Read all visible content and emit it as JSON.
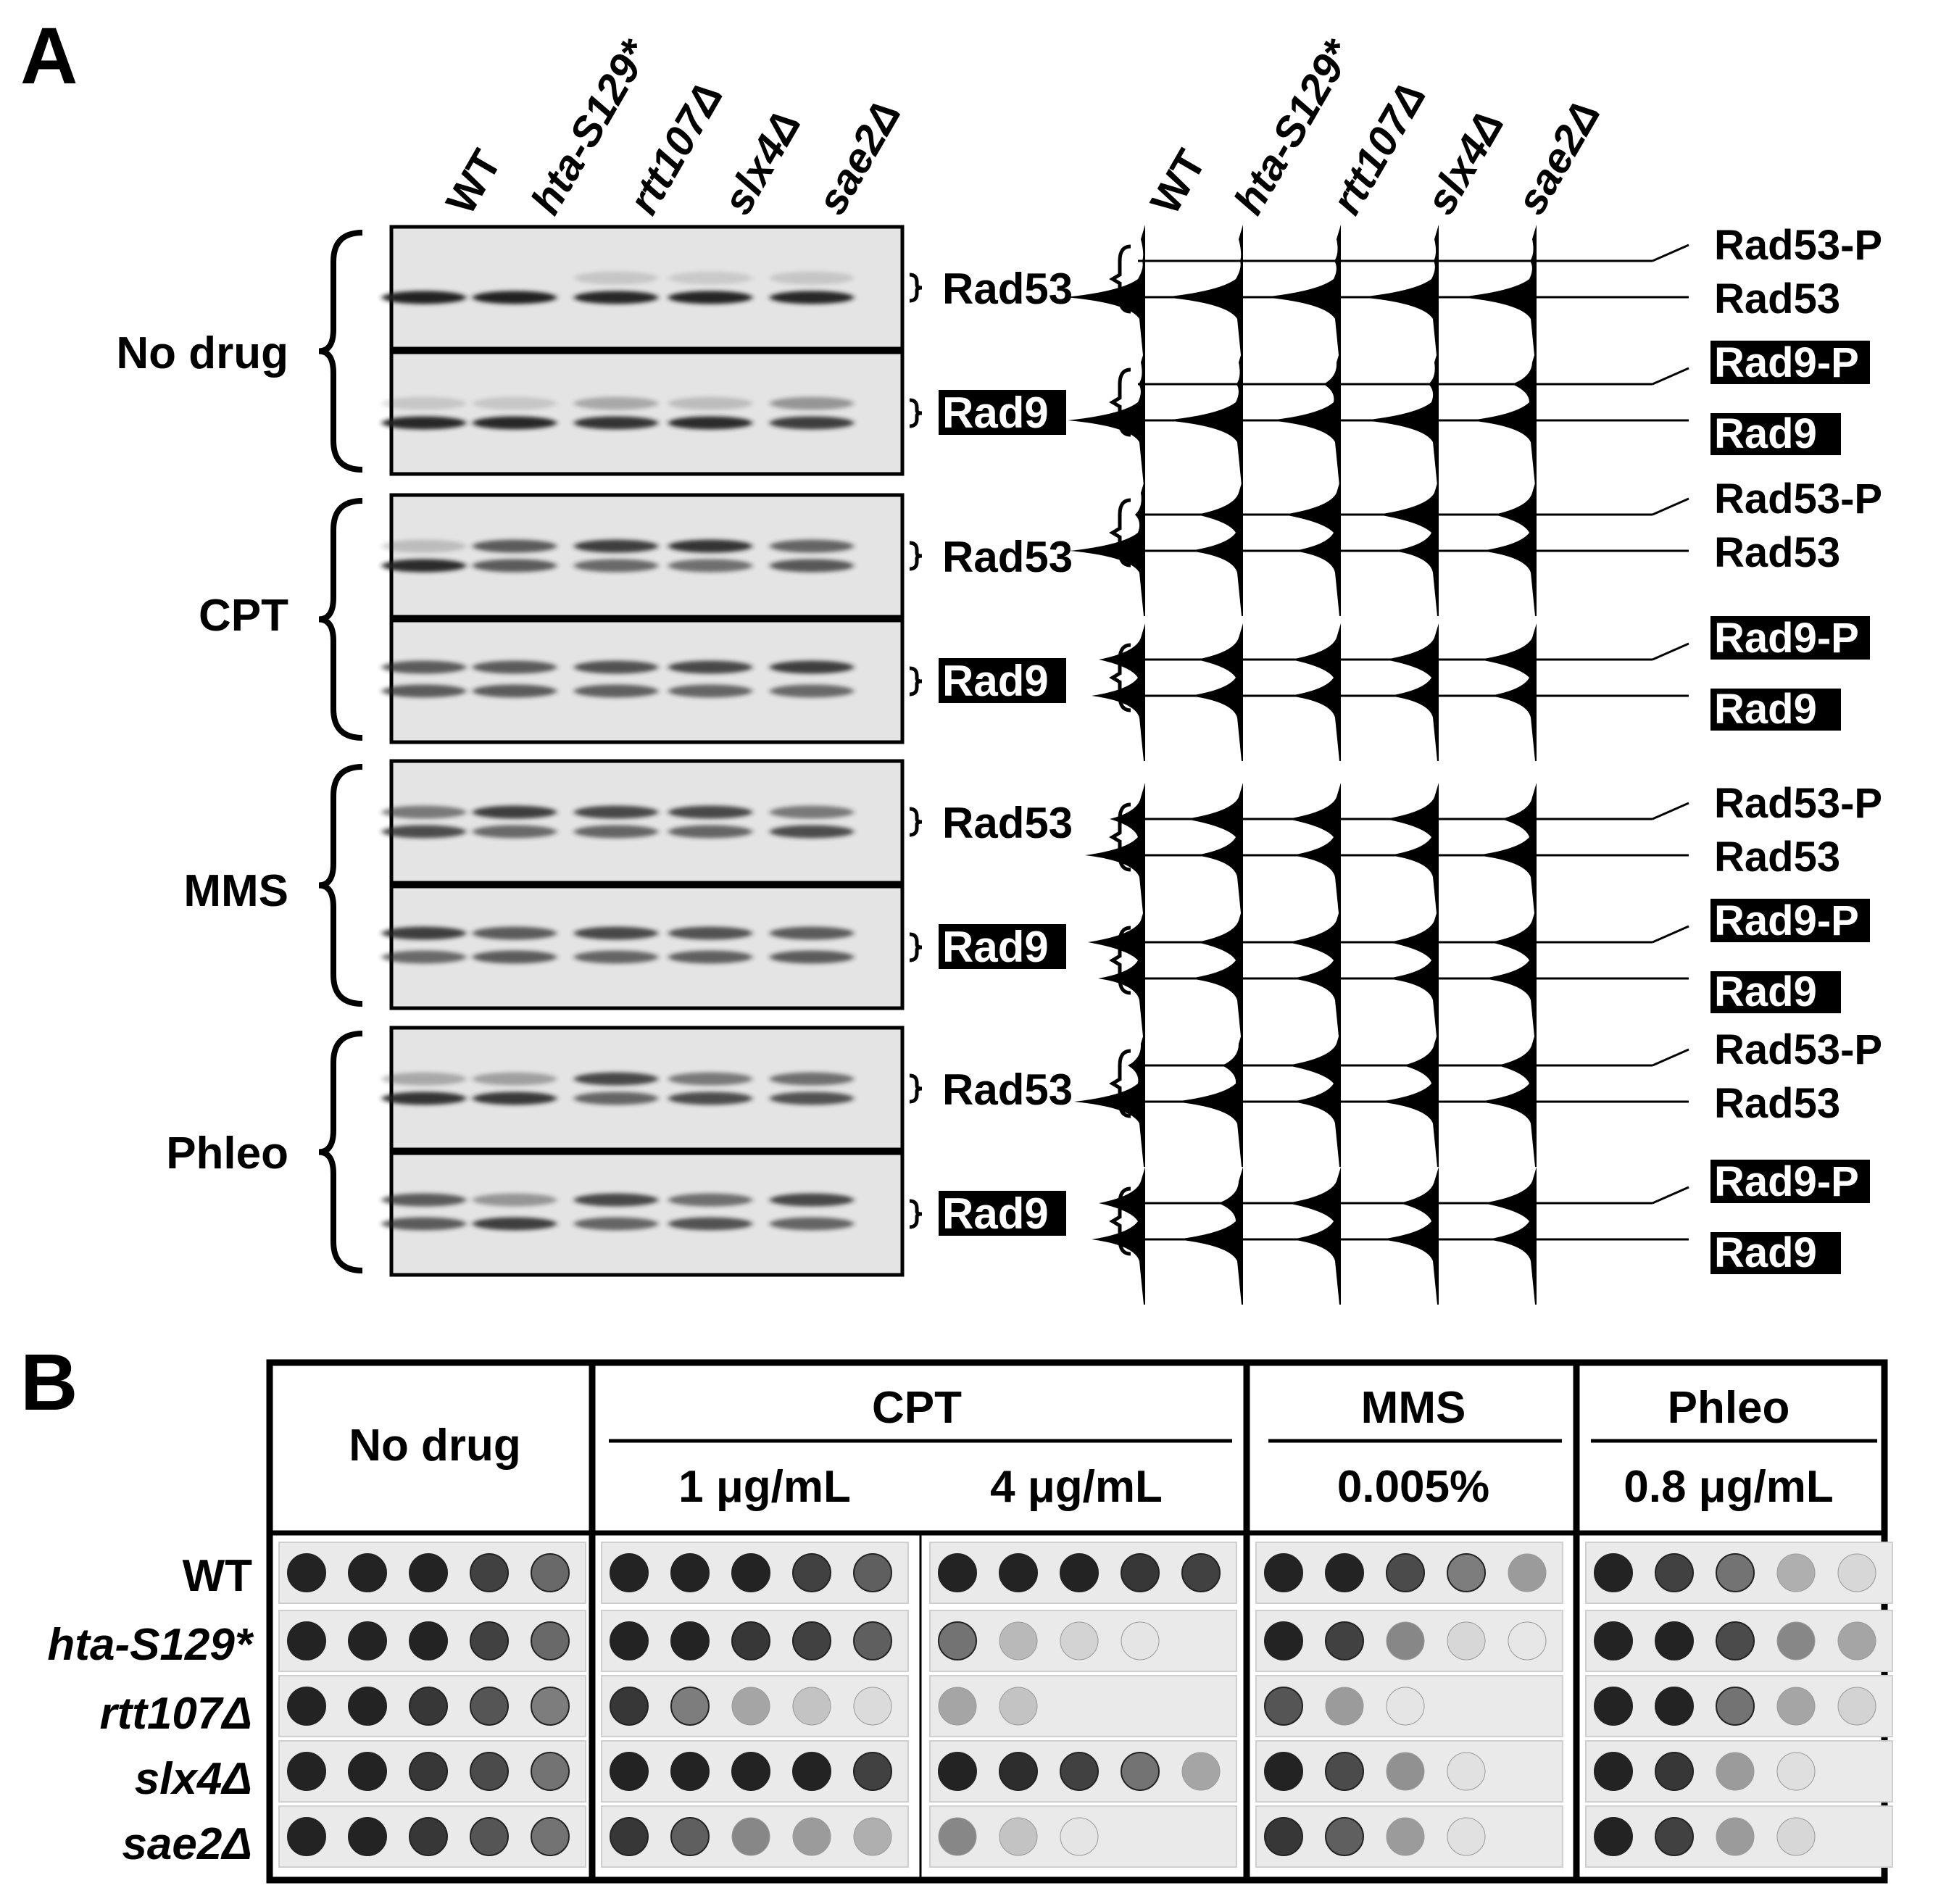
{
  "panel_a": {
    "letter": "A",
    "strains": [
      "WT",
      "hta-S129*",
      "rtt107Δ",
      "slx4Δ",
      "sae2Δ"
    ],
    "conditions": [
      "No drug",
      "CPT",
      "MMS",
      "Phleo"
    ],
    "protein_labels": {
      "rad53": "Rad53",
      "rad9": "Rad9",
      "rad53_p": "Rad53-P",
      "rad9_p": "Rad9-P"
    },
    "shift_levels": [
      {
        "condition": "No drug",
        "rad53": [
          0.0,
          0.0,
          0.05,
          0.03,
          0.05
        ],
        "rad9": [
          0.05,
          0.05,
          0.2,
          0.1,
          0.3
        ]
      },
      {
        "condition": "CPT",
        "rad53": [
          0.1,
          0.6,
          0.75,
          0.8,
          0.55
        ],
        "rad9": [
          0.6,
          0.6,
          0.65,
          0.7,
          0.75
        ]
      },
      {
        "condition": "MMS",
        "rad53": [
          0.45,
          0.75,
          0.7,
          0.7,
          0.45
        ],
        "rad9": [
          0.75,
          0.6,
          0.7,
          0.65,
          0.6
        ]
      },
      {
        "condition": "Phleo",
        "rad53": [
          0.2,
          0.25,
          0.7,
          0.45,
          0.5
        ],
        "rad9": [
          0.6,
          0.3,
          0.7,
          0.5,
          0.7
        ]
      }
    ]
  },
  "panel_b": {
    "letter": "B",
    "strains": [
      "WT",
      "hta-S129*",
      "rtt107Δ",
      "slx4Δ",
      "sae2Δ"
    ],
    "headers": {
      "no_drug": "No drug",
      "cpt": "CPT",
      "mms": "MMS",
      "phleo": "Phleo",
      "cpt_low": "1 μg/mL",
      "cpt_high": "4 μg/mL",
      "mms_conc": "0.005%",
      "phleo_conc": "0.8 μg/mL"
    },
    "growth": {
      "no_drug": [
        [
          1,
          1,
          1,
          0.85,
          0.65
        ],
        [
          1,
          1,
          1,
          0.85,
          0.65
        ],
        [
          1,
          1,
          0.9,
          0.75,
          0.55
        ],
        [
          1,
          1,
          0.9,
          0.8,
          0.6
        ],
        [
          1,
          1,
          0.9,
          0.75,
          0.6
        ]
      ],
      "cpt_1": [
        [
          1,
          1,
          1,
          0.85,
          0.7
        ],
        [
          1,
          1,
          0.9,
          0.85,
          0.7
        ],
        [
          0.9,
          0.55,
          0.35,
          0.2,
          0.08
        ],
        [
          1,
          1,
          1,
          1,
          0.85
        ],
        [
          0.9,
          0.7,
          0.5,
          0.4,
          0.3
        ]
      ],
      "cpt_4": [
        [
          1,
          1,
          1,
          0.9,
          0.85
        ],
        [
          0.6,
          0.25,
          0.12,
          0.03,
          0
        ],
        [
          0.35,
          0.2,
          0,
          0,
          0
        ],
        [
          1,
          0.95,
          0.85,
          0.6,
          0.35
        ],
        [
          0.5,
          0.2,
          0.03,
          0,
          0
        ]
      ],
      "mms": [
        [
          1,
          1,
          0.8,
          0.55,
          0.4
        ],
        [
          1,
          0.85,
          0.5,
          0.1,
          0.02
        ],
        [
          0.75,
          0.4,
          0.03,
          0,
          0
        ],
        [
          1,
          0.8,
          0.45,
          0.05,
          0
        ],
        [
          0.9,
          0.7,
          0.4,
          0.05,
          0
        ]
      ],
      "phleo": [
        [
          1,
          0.85,
          0.6,
          0.3,
          0.1
        ],
        [
          1,
          1,
          0.8,
          0.5,
          0.35
        ],
        [
          1,
          1,
          0.6,
          0.35,
          0.12
        ],
        [
          1,
          0.9,
          0.4,
          0.06,
          0
        ],
        [
          1,
          0.85,
          0.4,
          0.1,
          0
        ]
      ]
    }
  }
}
